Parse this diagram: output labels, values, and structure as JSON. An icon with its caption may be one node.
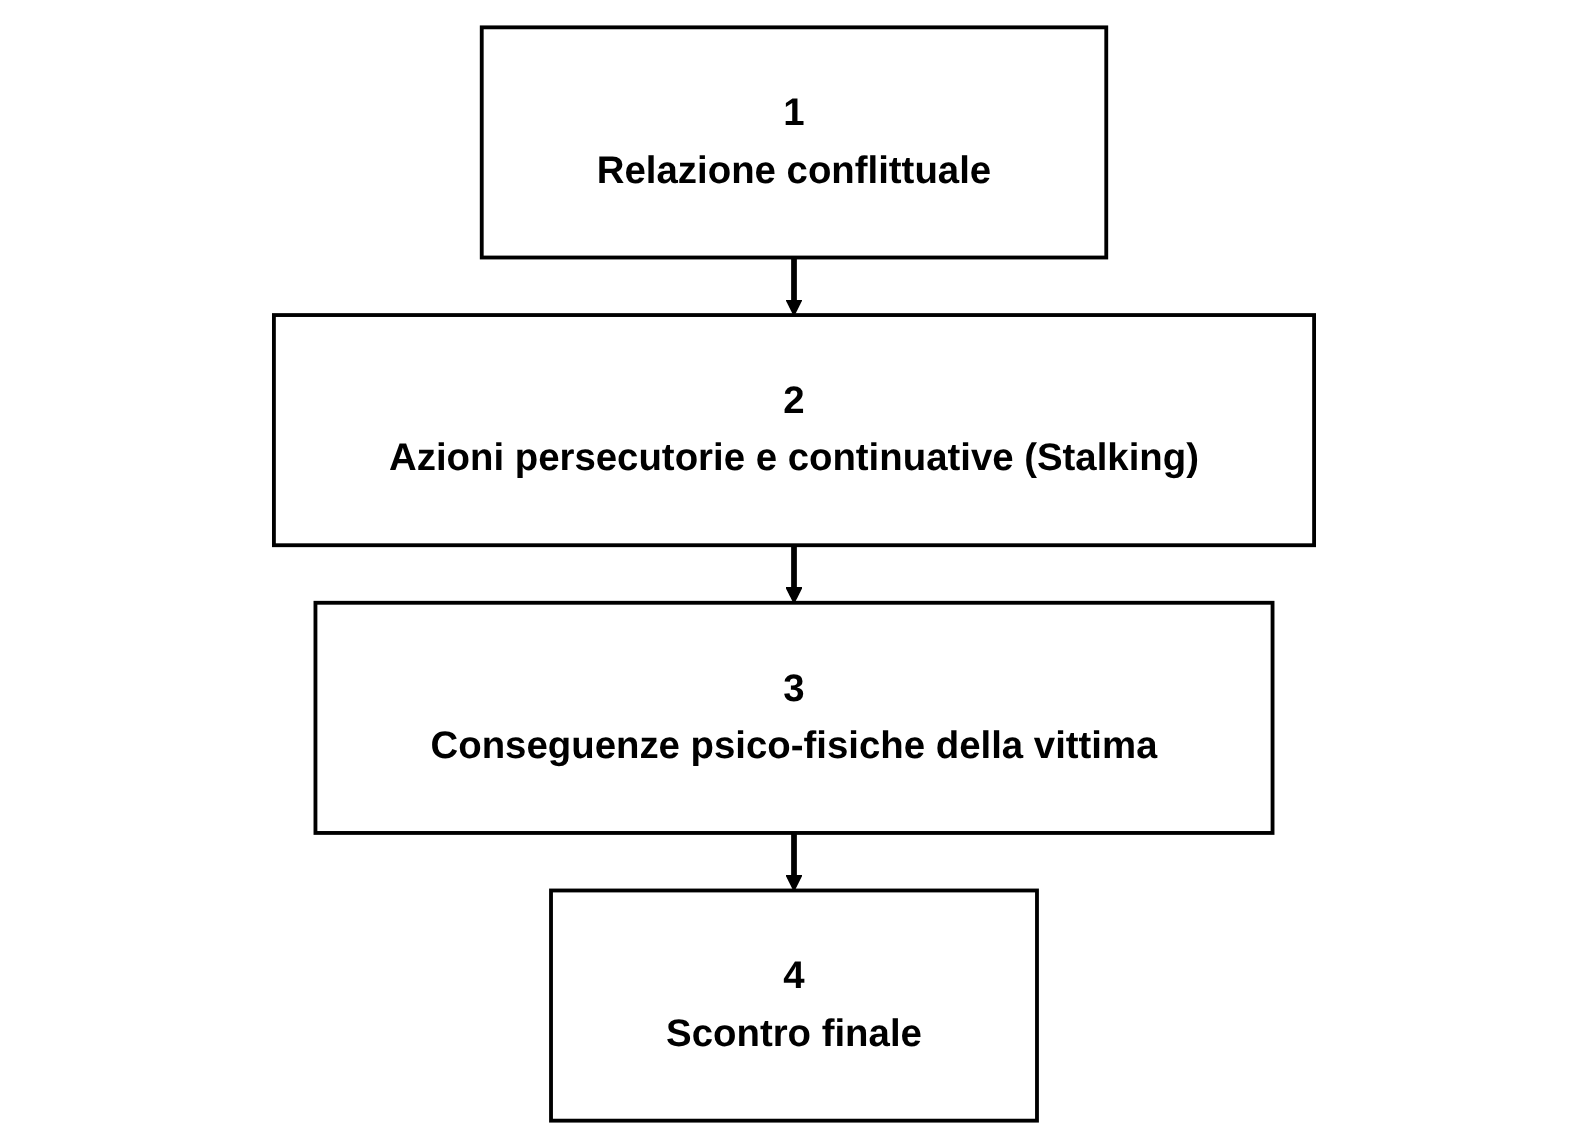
{
  "diagram": {
    "nodes": [
      {
        "text": [
          "1",
          "Relazione conflittuale"
        ]
      },
      {
        "text": [
          "2",
          "Azioni persecutorie e continuative (Stalking)"
        ]
      },
      {
        "text": [
          "3",
          "Conseguenze psico-fisiche della vittima"
        ]
      },
      {
        "text": [
          "4",
          "Scontro finale"
        ]
      }
    ],
    "edges": [
      {
        "from": 0,
        "to": 1,
        "arrow": "to"
      },
      {
        "from": 1,
        "to": 2,
        "arrow": "to"
      },
      {
        "from": 2,
        "to": 3,
        "arrow": "to"
      }
    ]
  }
}
